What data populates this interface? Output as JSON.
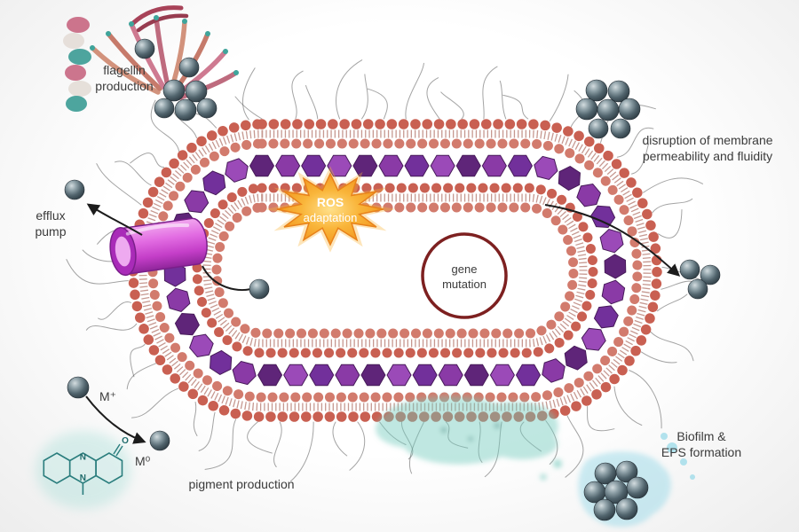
{
  "figure": {
    "type": "scientific-diagram",
    "subject": "bacterial cell mechanisms against metal nanoparticles",
    "labels": {
      "flagellin": {
        "line1": "flagellin",
        "line2": "production"
      },
      "efflux": {
        "line1": "efflux",
        "line2": "pump"
      },
      "ros": {
        "line1": "ROS",
        "line2": "adaptation"
      },
      "gene": {
        "line1": "gene",
        "line2": "mutation"
      },
      "membrane": {
        "line1": "disruption of membrane",
        "line2": "permeability and fluidity"
      },
      "biofilm": {
        "line1": "Biofilm &",
        "line2": "EPS formation"
      },
      "pigment": "pigment production",
      "ion_oxidized": "M⁺",
      "ion_reduced": "M⁰",
      "chem": {
        "n_top": "N",
        "n_bottom": "N",
        "o": "O"
      }
    },
    "colors": {
      "membrane_bead": "#c96052",
      "membrane_bead_inner": "#d27b6d",
      "lipid_tail": "#bc867c",
      "peptidoglycan": "#7b3096",
      "efflux_pump": "#d44fd0",
      "ros_star": "#f6a21e",
      "gene_ring": "#7d2020",
      "nanoparticle": "#3c4a52",
      "biofilm_teal": "#72c9bc",
      "biofilm_blue": "#9ad9e8",
      "pigment_teal": "#2a7d7d",
      "text": "#3b3b3b"
    }
  }
}
